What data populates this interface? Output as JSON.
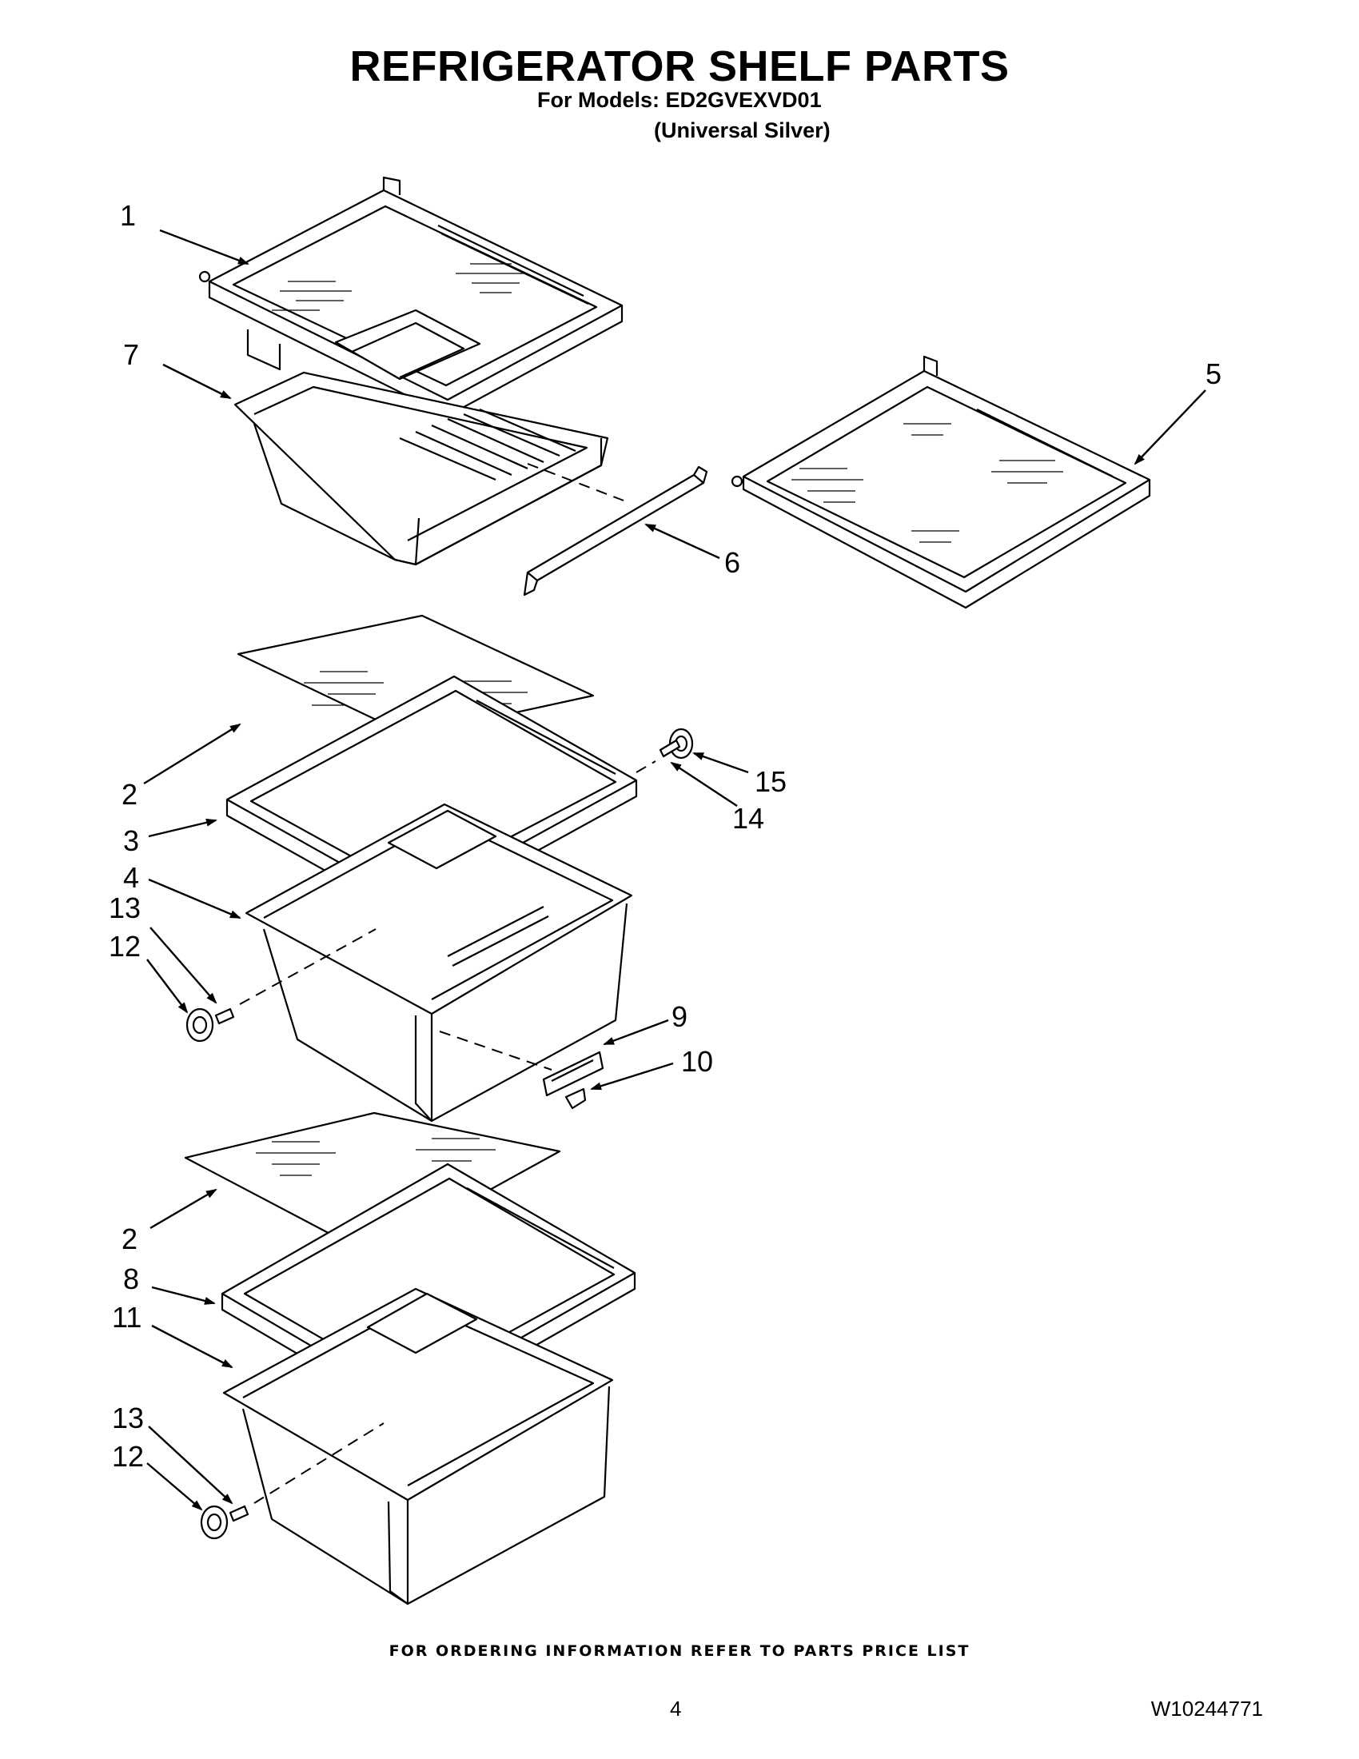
{
  "header": {
    "title": "REFRIGERATOR SHELF PARTS",
    "models_line": "For Models: ED2GVEXVD01",
    "color_line": "(Universal Silver)"
  },
  "callouts": [
    {
      "id": "c1",
      "label": "1"
    },
    {
      "id": "c7",
      "label": "7"
    },
    {
      "id": "c5",
      "label": "5"
    },
    {
      "id": "c6",
      "label": "6"
    },
    {
      "id": "c2a",
      "label": "2"
    },
    {
      "id": "c3",
      "label": "3"
    },
    {
      "id": "c4",
      "label": "4"
    },
    {
      "id": "c15",
      "label": "15"
    },
    {
      "id": "c14",
      "label": "14"
    },
    {
      "id": "c13a",
      "label": "13"
    },
    {
      "id": "c12a",
      "label": "12"
    },
    {
      "id": "c9",
      "label": "9"
    },
    {
      "id": "c10",
      "label": "10"
    },
    {
      "id": "c2b",
      "label": "2"
    },
    {
      "id": "c8",
      "label": "8"
    },
    {
      "id": "c11",
      "label": "11"
    },
    {
      "id": "c13b",
      "label": "13"
    },
    {
      "id": "c12b",
      "label": "12"
    }
  ],
  "footer": {
    "ordering_note": "FOR ORDERING INFORMATION REFER TO PARTS PRICE LIST",
    "page_number": "4",
    "document_number": "W10244771"
  }
}
